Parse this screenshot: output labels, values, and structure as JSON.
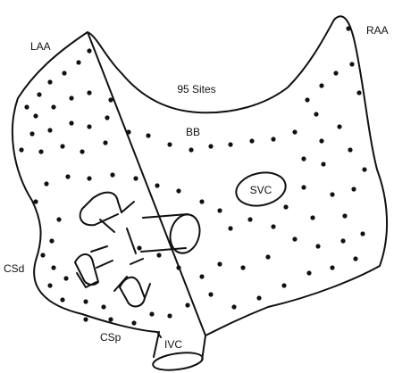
{
  "labels": {
    "laa": "LAA",
    "raa": "RAA",
    "sites": "95 Sites",
    "bb": "BB",
    "svc": "SVC",
    "csd": "CSd",
    "csp": "CSp",
    "ivc": "IVC"
  },
  "colors": {
    "ink": "#111111",
    "background": "#ffffff"
  },
  "site_count": 95
}
